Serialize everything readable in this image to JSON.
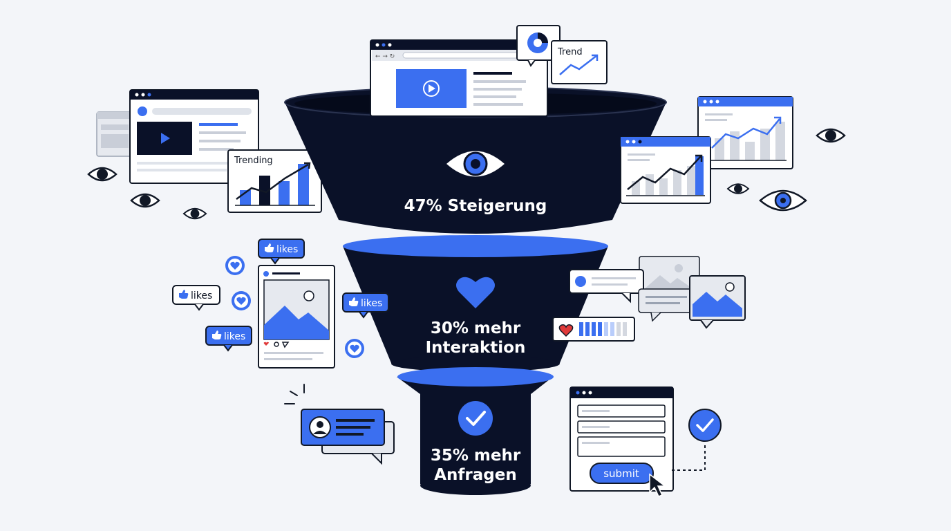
{
  "colors": {
    "navy": "#0a1128",
    "blue": "#3b6ff0",
    "light_blue": "#b9cdfb",
    "gray": "#d4d8e0",
    "stroke": "#111826",
    "background": "#f3f5f9"
  },
  "stages": [
    {
      "icon": "eye-icon",
      "label": "47% Steigerung"
    },
    {
      "icon": "heart-icon",
      "line1": "30% mehr",
      "line2": "Interaktion"
    },
    {
      "icon": "checkmark-icon",
      "line1": "35% mehr",
      "line2": "Anfragen"
    }
  ],
  "widgets": {
    "trending_label": "Trending",
    "trend_label": "Trend",
    "likes_label": "likes",
    "submit_label": "submit"
  }
}
